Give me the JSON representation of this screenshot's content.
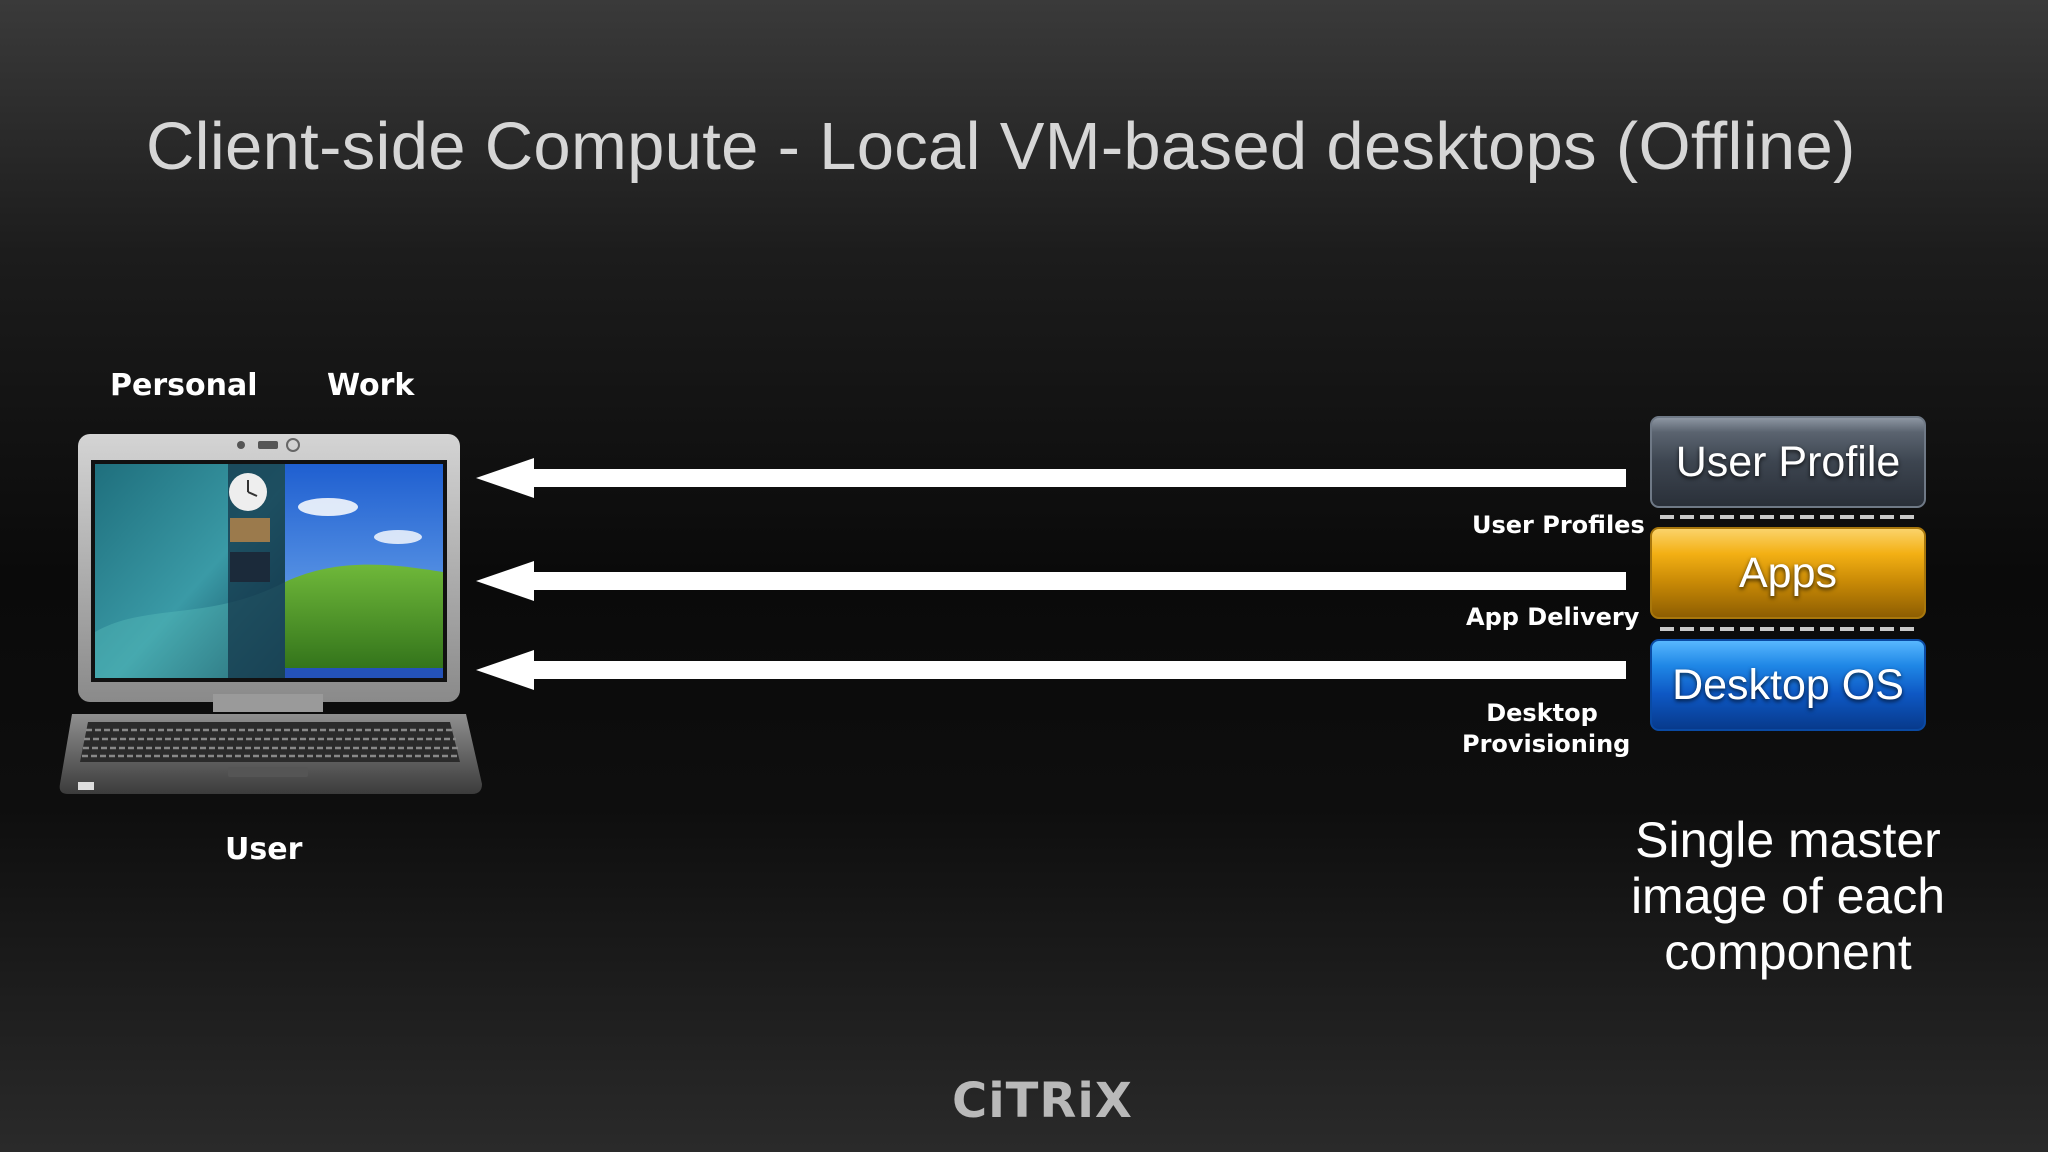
{
  "title": "Client-side Compute - Local VM-based desktops (Offline)",
  "laptop": {
    "left_label": "Personal",
    "right_label": "Work",
    "caption": "User"
  },
  "flows": [
    {
      "label": "User Profiles"
    },
    {
      "label": "App Delivery"
    },
    {
      "label_line1": "Desktop",
      "label_line2": "Provisioning"
    }
  ],
  "stack": {
    "blocks": [
      {
        "label": "User Profile",
        "color": "#3d4550"
      },
      {
        "label": "Apps",
        "color": "#f3b014"
      },
      {
        "label": "Desktop OS",
        "color": "#0e58c4"
      }
    ]
  },
  "note": {
    "line1": "Single master",
    "line2": "image of each",
    "line3": "component"
  },
  "logo": "CiTRiX"
}
